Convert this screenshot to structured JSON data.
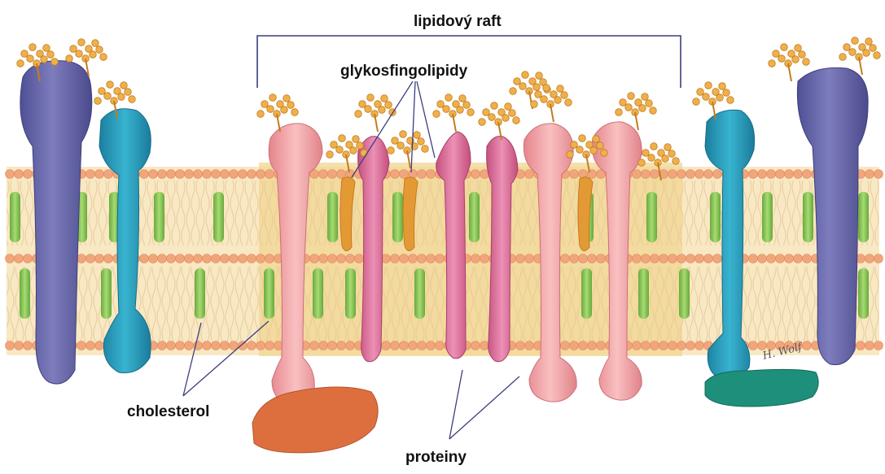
{
  "labels": {
    "lipid_raft": "lipidový raft",
    "glycosphingolipids": "glykosfingolipidy",
    "cholesterol": "cholesterol",
    "proteins": "proteiny"
  },
  "signature": "H. Wolf",
  "colors": {
    "membrane_outer": "#f4caa0",
    "membrane_core": "#f7e3b4",
    "raft_region": "#f3d58d",
    "head_groups": "#f1a57b",
    "cholesterol": "#8cc85a",
    "protein_purple": "#6c6cab",
    "protein_teal": "#2a9bb8",
    "protein_salmon": "#f3a0a3",
    "protein_magenta": "#dd6d9d",
    "sugar_chain": "#eaa43d",
    "cytoplasmic_orange": "#dd6f3f",
    "cytoplasmic_green": "#1e8f7b"
  }
}
